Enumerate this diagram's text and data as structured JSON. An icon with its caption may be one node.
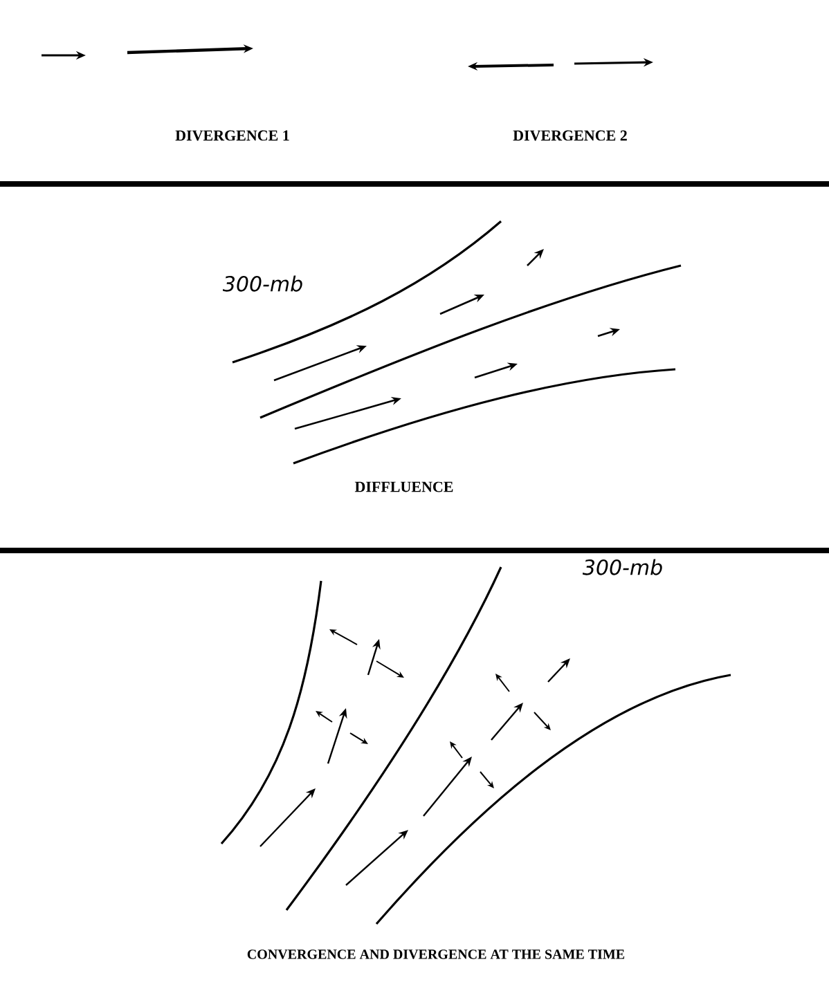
{
  "diagram": {
    "labels": [
      "DIVERGENCE 1",
      "DIVERGENCE 2",
      "300-mb",
      "DIFFLUENCE",
      "300-mb",
      "CONVERGENCE AND DIVERGENCE AT THE SAME TIME"
    ]
  }
}
